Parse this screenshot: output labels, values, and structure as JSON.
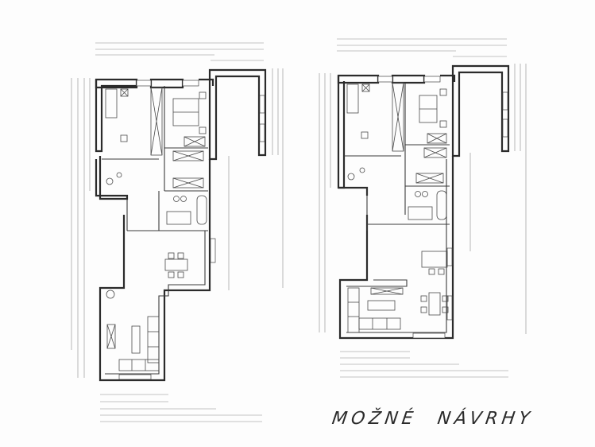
{
  "document": {
    "type": "architectural floor plan sheet",
    "caption": {
      "words": [
        "MOŽNÉ",
        "NÁVRHY"
      ],
      "full_text": "MOŽNÉ NÁVRHY",
      "style": "handwritten"
    },
    "plans": [
      {
        "id": "variant-1",
        "position": "left",
        "rooms": [
          "bedroom",
          "bedroom",
          "bedroom",
          "bathroom",
          "wc",
          "hallway",
          "dining area",
          "living room with corner sofa",
          "terrace/annex block"
        ],
        "furniture": [
          "double bed",
          "single bed",
          "wardrobes",
          "bathtub",
          "washbasins",
          "toilet",
          "dining table with 4 chairs",
          "corner sofa",
          "coffee table",
          "tv unit"
        ]
      },
      {
        "id": "variant-2",
        "position": "right",
        "rooms": [
          "bedroom",
          "bedroom",
          "bedroom",
          "bathroom",
          "wc",
          "hallway",
          "kitchen island",
          "dining area",
          "living room with corner sofa",
          "terrace/annex block"
        ],
        "furniture": [
          "double bed",
          "single bed",
          "wardrobes",
          "bathtub",
          "washbasins",
          "toilet",
          "kitchen island with 2 stools",
          "dining table with 6 chairs",
          "corner sofa",
          "coffee table"
        ]
      }
    ],
    "colors": {
      "paper": "#fdfdfd",
      "walls": "#2b2b2b",
      "dimension_lines": "#8a8a8a"
    }
  }
}
